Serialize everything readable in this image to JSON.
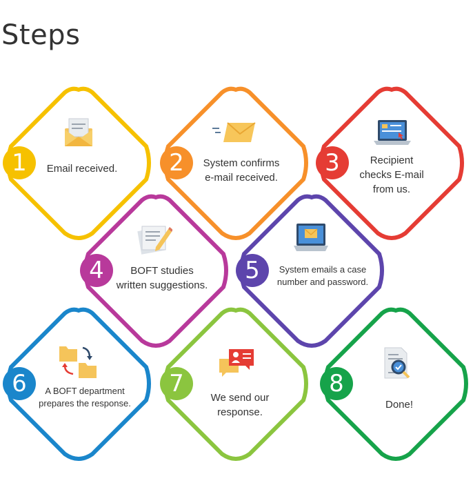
{
  "page": {
    "title": "Steps"
  },
  "steps": [
    {
      "number": "1",
      "color": "#F6C100",
      "icon": "envelope-letter-icon",
      "lines": [
        "Email received."
      ]
    },
    {
      "number": "2",
      "color": "#F7902A",
      "icon": "flying-envelope-icon",
      "lines": [
        "System confirms",
        "e-mail received."
      ]
    },
    {
      "number": "3",
      "color": "#E53C34",
      "icon": "laptop-email-icon",
      "lines": [
        "Recipient",
        "checks E-mail",
        "from us."
      ]
    },
    {
      "number": "4",
      "color": "#B8399B",
      "icon": "document-pen-icon",
      "lines": [
        "BOFT studies",
        "written suggestions."
      ]
    },
    {
      "number": "5",
      "color": "#5D45AC",
      "icon": "laptop-mail-icon",
      "lines": [
        "System emails a case",
        "number and password."
      ]
    },
    {
      "number": "6",
      "color": "#1A86CB",
      "icon": "folders-transfer-icon",
      "lines": [
        "A BOFT department",
        "prepares the response."
      ]
    },
    {
      "number": "7",
      "color": "#8BC53F",
      "icon": "chat-bubbles-icon",
      "lines": [
        "We send our",
        "response."
      ]
    },
    {
      "number": "8",
      "color": "#16A34A",
      "icon": "document-magnifier-icon",
      "lines": [
        "Done!"
      ]
    }
  ]
}
